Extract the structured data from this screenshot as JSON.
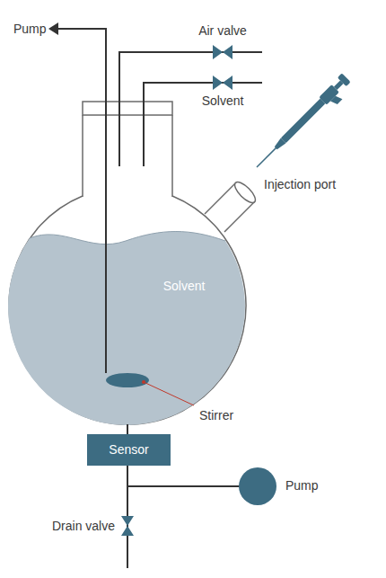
{
  "diagram": {
    "nodes": [
      {
        "text": [
          "Sensor"
        ]
      }
    ],
    "labels": [
      "Pump",
      "Air valve",
      "Solvent",
      "Injection port",
      "Solvent",
      "Stirrer",
      "Pump",
      "Drain valve"
    ]
  }
}
